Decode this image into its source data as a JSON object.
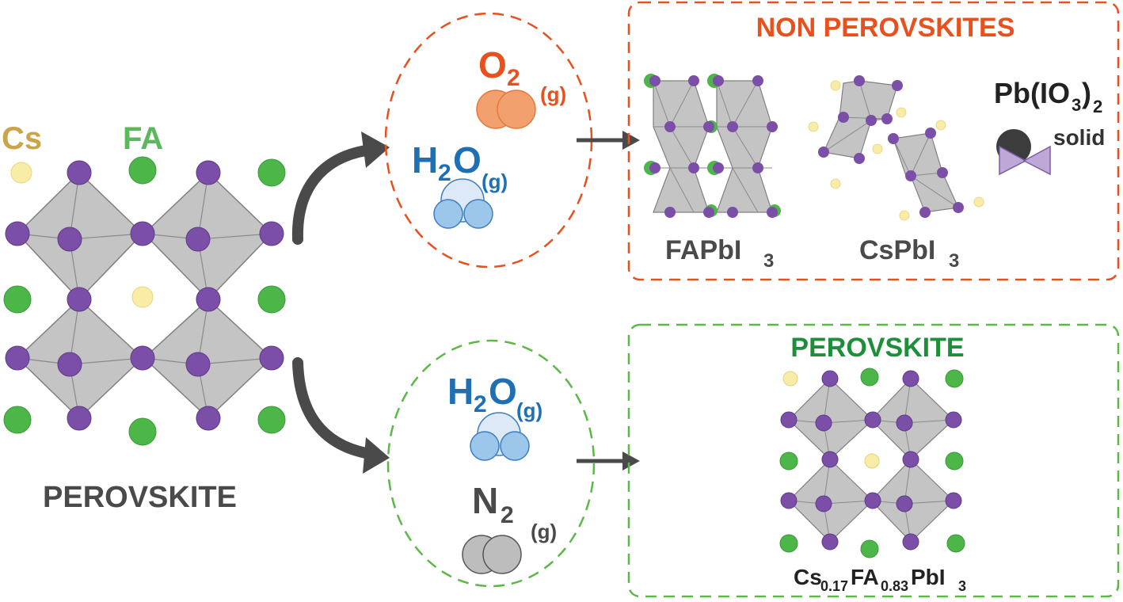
{
  "left_structure": {
    "legend_cs": "Cs",
    "legend_fa": "FA",
    "caption": "PEROVSKITE"
  },
  "top_path": {
    "gas_o2": "O",
    "gas_o2_sub": "2",
    "gas_o2_phase": "(g)",
    "gas_h2o_h": "H",
    "gas_h2o_sub": "2",
    "gas_h2o_o": "O",
    "gas_h2o_phase": "(g)"
  },
  "top_result": {
    "title": "NON PEROVSKITES",
    "faPbI3_main": "FAPbI",
    "faPbI3_sub": "3",
    "csPbI3_main": "CsPbI",
    "csPbI3_sub": "3",
    "pbio_a": "Pb(IO",
    "pbio_sub1": "3",
    "pbio_b": ")",
    "pbio_sub2": "2",
    "pbio_state": "solid"
  },
  "bottom_path": {
    "gas_h2o_h": "H",
    "gas_h2o_sub": "2",
    "gas_h2o_o": "O",
    "gas_h2o_phase": "(g)",
    "gas_n2": "N",
    "gas_n2_sub": "2",
    "gas_n2_phase": "(g)"
  },
  "bottom_result": {
    "title": "PEROVSKITE",
    "formula_a": "Cs",
    "formula_sub1": "0.17",
    "formula_b": "FA",
    "formula_sub2": "0.83",
    "formula_c": "PbI",
    "formula_sub3": "3"
  },
  "colors": {
    "cs": "#f8eca6",
    "fa": "#4cb648",
    "iodide": "#7b4fa8",
    "octahedron": "#c4c4c4",
    "oxygen": "#f3a06f",
    "water": "#9cc7ea",
    "nitrogen": "#bdbdbd",
    "orange_text": "#e8501e",
    "blue_text": "#1f6fb5",
    "green_text": "#1d8f3a",
    "dark_text": "#4a4a4a"
  }
}
